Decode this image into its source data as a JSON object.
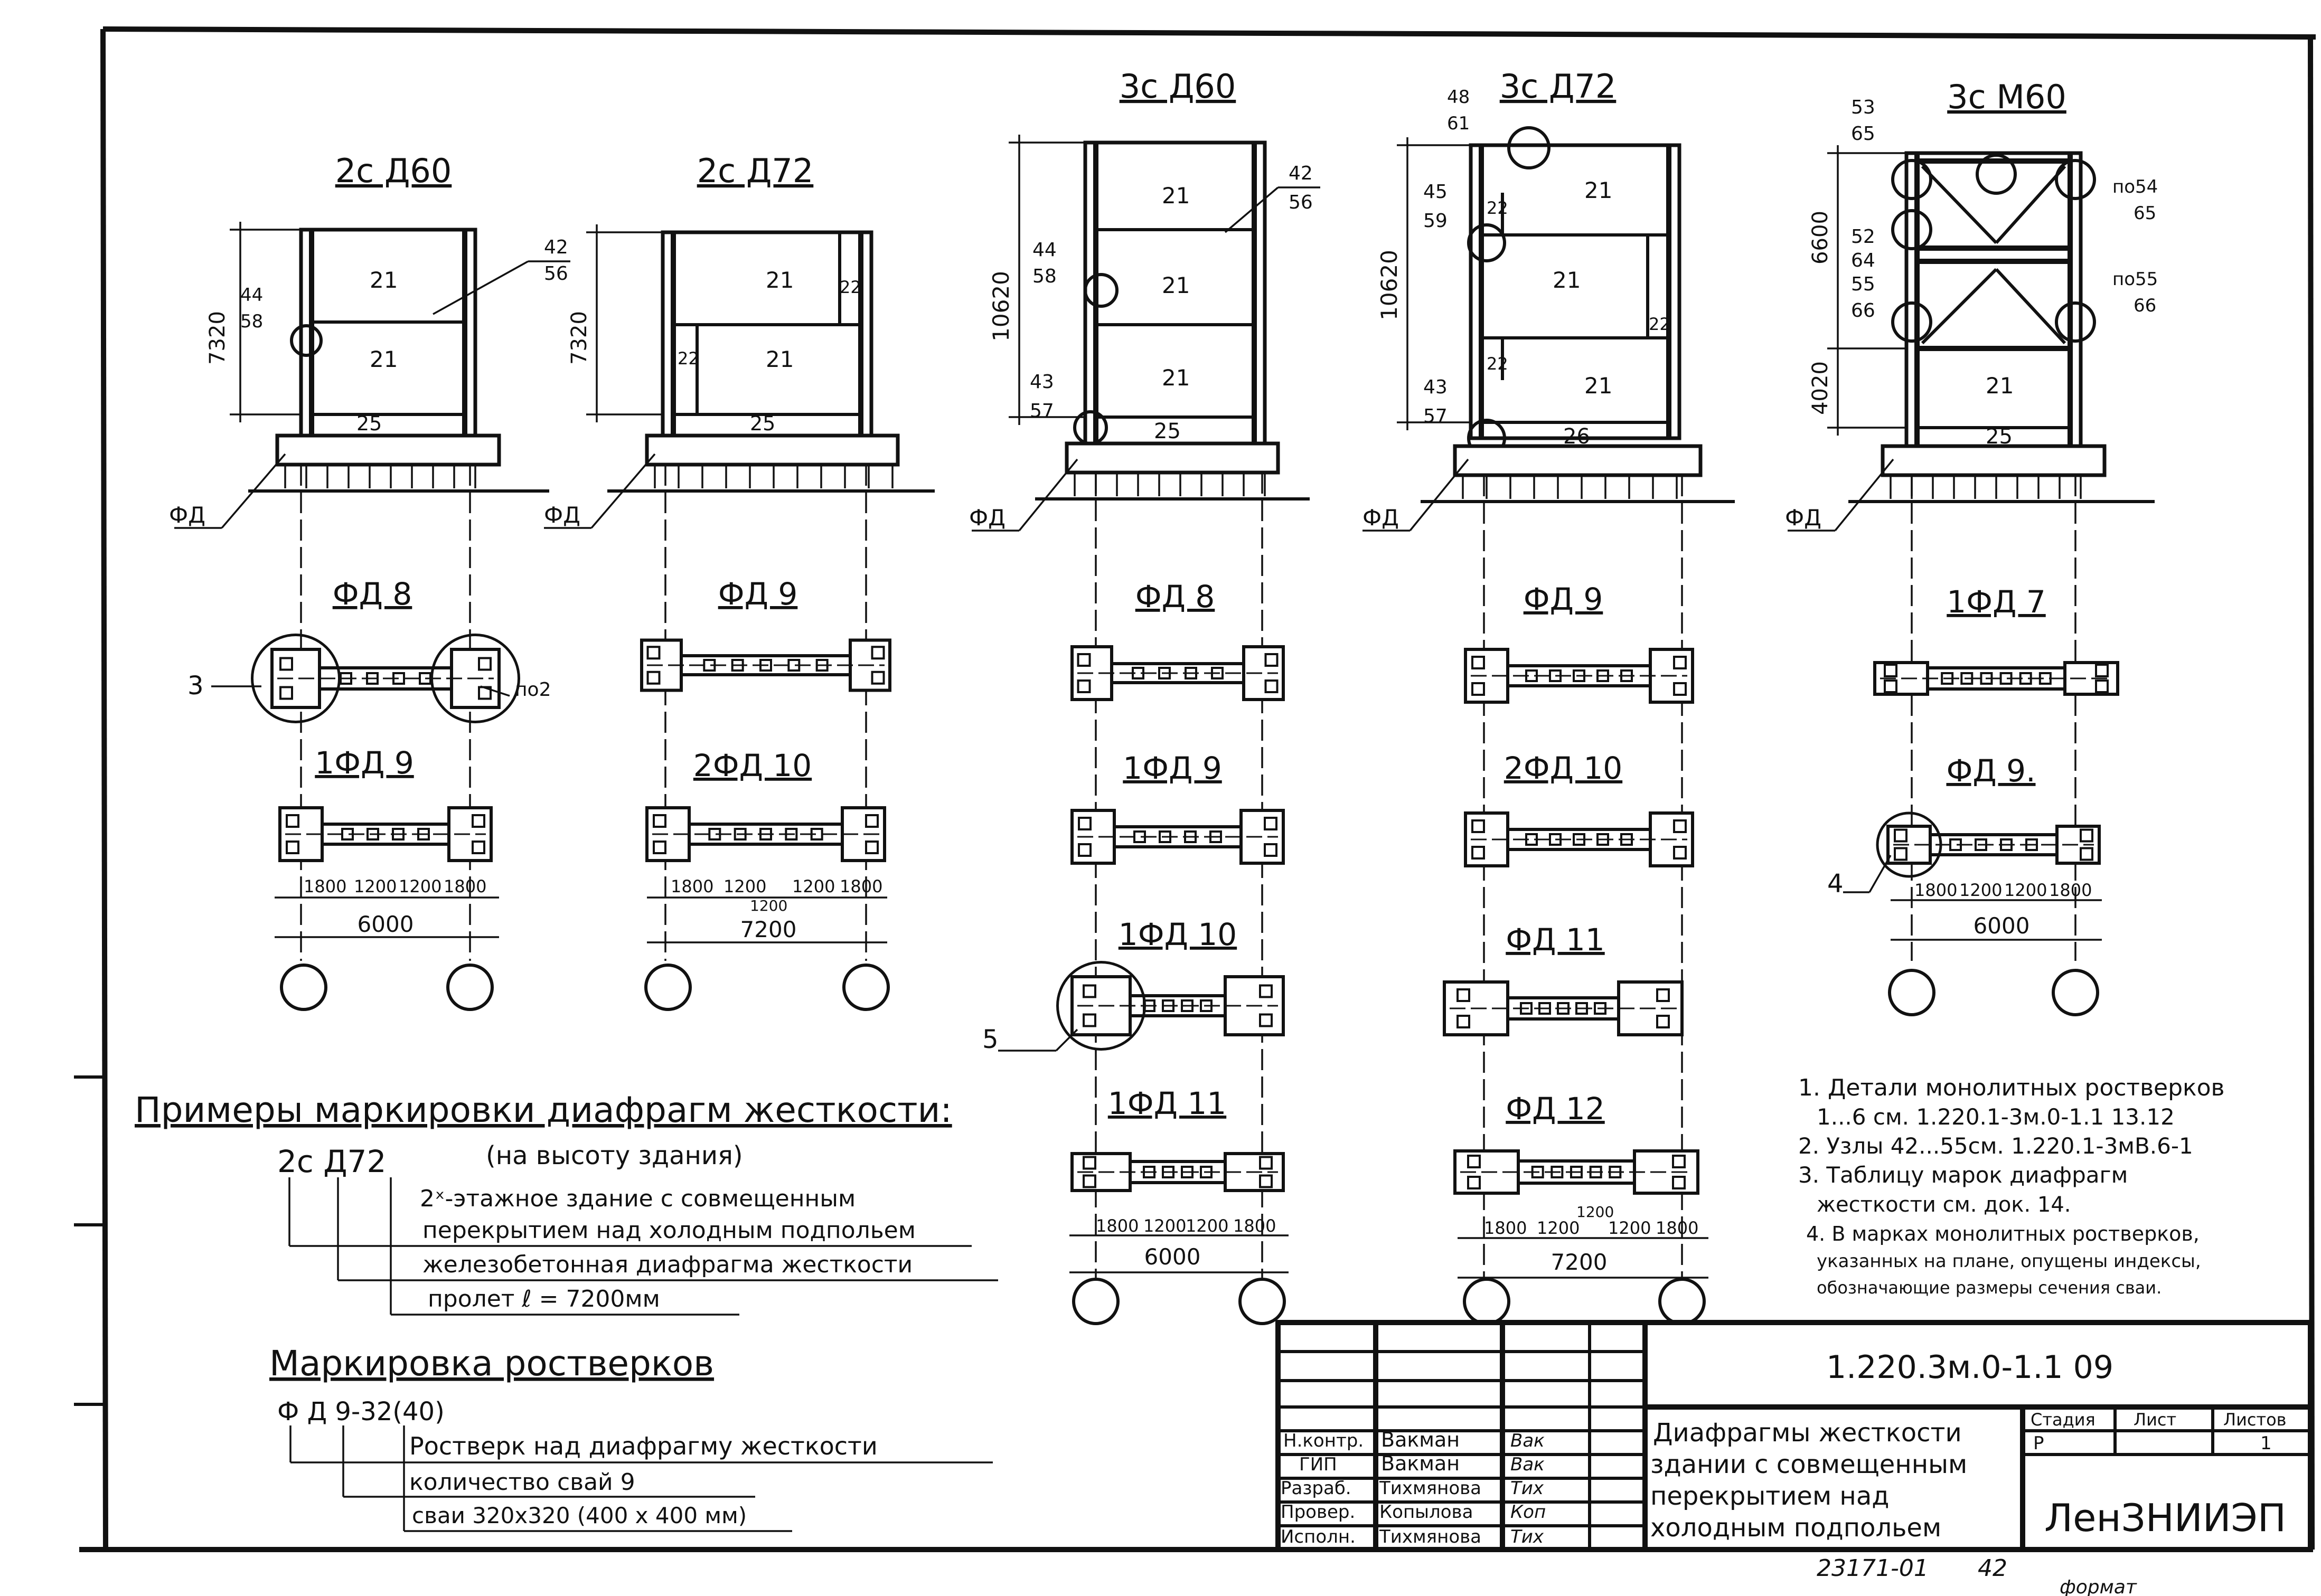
{
  "frames": [
    {
      "key": "f1",
      "title": "2с Д60",
      "dim_height": "7320",
      "node_top": [
        "44",
        "58"
      ],
      "node_tr": [
        "42",
        "56"
      ],
      "cells": [
        "21",
        "21"
      ],
      "beam": "25",
      "found_label": "ФД"
    },
    {
      "key": "f2",
      "title": "2с Д72",
      "dim_height": "7320",
      "cells": [
        "21",
        "21"
      ],
      "small": [
        "22",
        "22"
      ],
      "beam": "25",
      "found_label": "ФД"
    },
    {
      "key": "f3",
      "title": "3с Д60",
      "dim_height": "10620",
      "node_mid": [
        "44",
        "58"
      ],
      "node_bot": [
        "43",
        "57"
      ],
      "node_tr": [
        "42",
        "56"
      ],
      "cells": [
        "21",
        "21",
        "21"
      ],
      "beam": "25",
      "found_label": "ФД"
    },
    {
      "key": "f4",
      "title": "3с Д72",
      "dim_height": "10620",
      "node_top": [
        "48",
        "61"
      ],
      "node_mid": [
        "45",
        "59"
      ],
      "node_bot": [
        "43",
        "57"
      ],
      "cells": [
        "21",
        "21",
        "21"
      ],
      "small": [
        "22",
        "22",
        "22"
      ],
      "beam": "26",
      "found_label": "ФД"
    },
    {
      "key": "f5",
      "title": "3с М60",
      "dim_upper": "6600",
      "dim_lower": "4020",
      "nodes_left": [
        [
          "53",
          "65"
        ],
        [
          "52",
          "64"
        ],
        [
          "55",
          "66"
        ]
      ],
      "nodes_right": [
        [
          "по54",
          "65"
        ],
        [
          "по55",
          "66"
        ]
      ],
      "cells": [
        "21"
      ],
      "beam": "25",
      "found_label": "ФД"
    }
  ],
  "plans": [
    {
      "key": "p1",
      "label": "ФД 8",
      "callout": "3",
      "note": "по2"
    },
    {
      "key": "p2",
      "label": "ФД 9"
    },
    {
      "key": "p3",
      "label": "ФД 8"
    },
    {
      "key": "p4",
      "label": "ФД 9"
    },
    {
      "key": "p5",
      "label": "1ФД 7"
    },
    {
      "key": "p6",
      "label": "1ФД 9",
      "dims": [
        "1800",
        "1200",
        "1200",
        "1800"
      ],
      "total": "6000"
    },
    {
      "key": "p7",
      "label": "2ФД 10",
      "dims": [
        "1800",
        "1200",
        "1200",
        "1200",
        "1800"
      ],
      "total": "7200"
    },
    {
      "key": "p8",
      "label": "1ФД 9"
    },
    {
      "key": "p9",
      "label": "2ФД 10"
    },
    {
      "key": "p10",
      "label": "ФД 9.",
      "callout": "4",
      "dims": [
        "1800",
        "1200",
        "1200",
        "1800"
      ],
      "total": "6000"
    },
    {
      "key": "p11",
      "label": "1ФД 10",
      "callout": "5"
    },
    {
      "key": "p12",
      "label": "ФД 11"
    },
    {
      "key": "p13",
      "label": "1ФД 11",
      "dims": [
        "1800",
        "1200",
        "1200",
        "1800"
      ],
      "total": "6000"
    },
    {
      "key": "p14",
      "label": "ФД 12",
      "dims": [
        "1800",
        "1200",
        "1200",
        "1200",
        "1800"
      ],
      "total": "7200"
    }
  ],
  "examples": {
    "title": "Примеры маркировки диафрагм жесткости:",
    "code": "2с Д72",
    "subtitle": "(на высоту здания)",
    "lines": [
      "2ˣ-этажное здание с совмещенным",
      "перекрытием над холодным подпольем",
      "железобетонная диафрагма жесткости",
      "пролет ℓ = 7200мм"
    ]
  },
  "rostverk": {
    "title": "Маркировка ростверков",
    "code": "Ф Д 9-32(40)",
    "lines": [
      "Ростверк над диафрагму жесткости",
      "количество свай 9",
      "сваи 320х320 (400 х 400 мм)"
    ]
  },
  "notes": [
    "1. Детали монолитных ростверков",
    "1...6 см.  1.220.1-3м.0-1.1 13.12",
    "2. Узлы 42...55см. 1.220.1-3мВ.6-1",
    "3. Таблицу марок диафрагм",
    "жесткости см. док. 14.",
    "4. В марках монолитных ростверков,",
    "указанных на плане, опущены индексы,",
    "обозначающие размеры сечения сваи."
  ],
  "stamp": {
    "doc_code": "1.220.3м.0-1.1  09",
    "roles": [
      "Н.контр.",
      "ГИП",
      "Разраб.",
      "Провер.",
      "Исполн."
    ],
    "names": [
      "Вакман",
      "Вакман",
      "Тихмянова",
      "Копылова",
      "Тихмянова"
    ],
    "signatures": [
      "Вак",
      "Вак",
      "Тих",
      "Коп",
      "Тих"
    ],
    "title_lines": [
      "Диафрагмы жесткости",
      "здании с совмещенным",
      "перекрытием над",
      "холодным подпольем"
    ],
    "stage_header": "Стадия",
    "sheet_header": "Лист",
    "sheets_header": "Листов",
    "stage": "Р",
    "sheets": "1",
    "org": "ЛенЗНИИЭП",
    "bottom_code": "23171-01",
    "bottom_num": "42",
    "format_label": "формат"
  }
}
